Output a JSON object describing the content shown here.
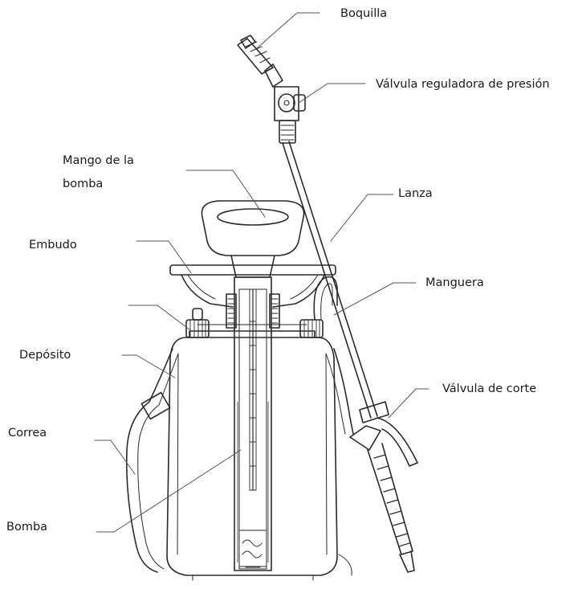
{
  "labels": {
    "boquilla": "Boquilla",
    "valvula_reguladora": "Válvula reguladora de presión",
    "mango_linea1": "Mango de la",
    "mango_linea2": "bomba",
    "lanza": "Lanza",
    "embudo": "Embudo",
    "manguera": "Manguera",
    "deposito": "Depósito",
    "valvula_corte": "Válvula de corte",
    "correa": "Correa",
    "bomba": "Bomba"
  },
  "colors": {
    "line": "#2a2a2a",
    "text": "#1a1a1a",
    "leader": "#555555"
  }
}
